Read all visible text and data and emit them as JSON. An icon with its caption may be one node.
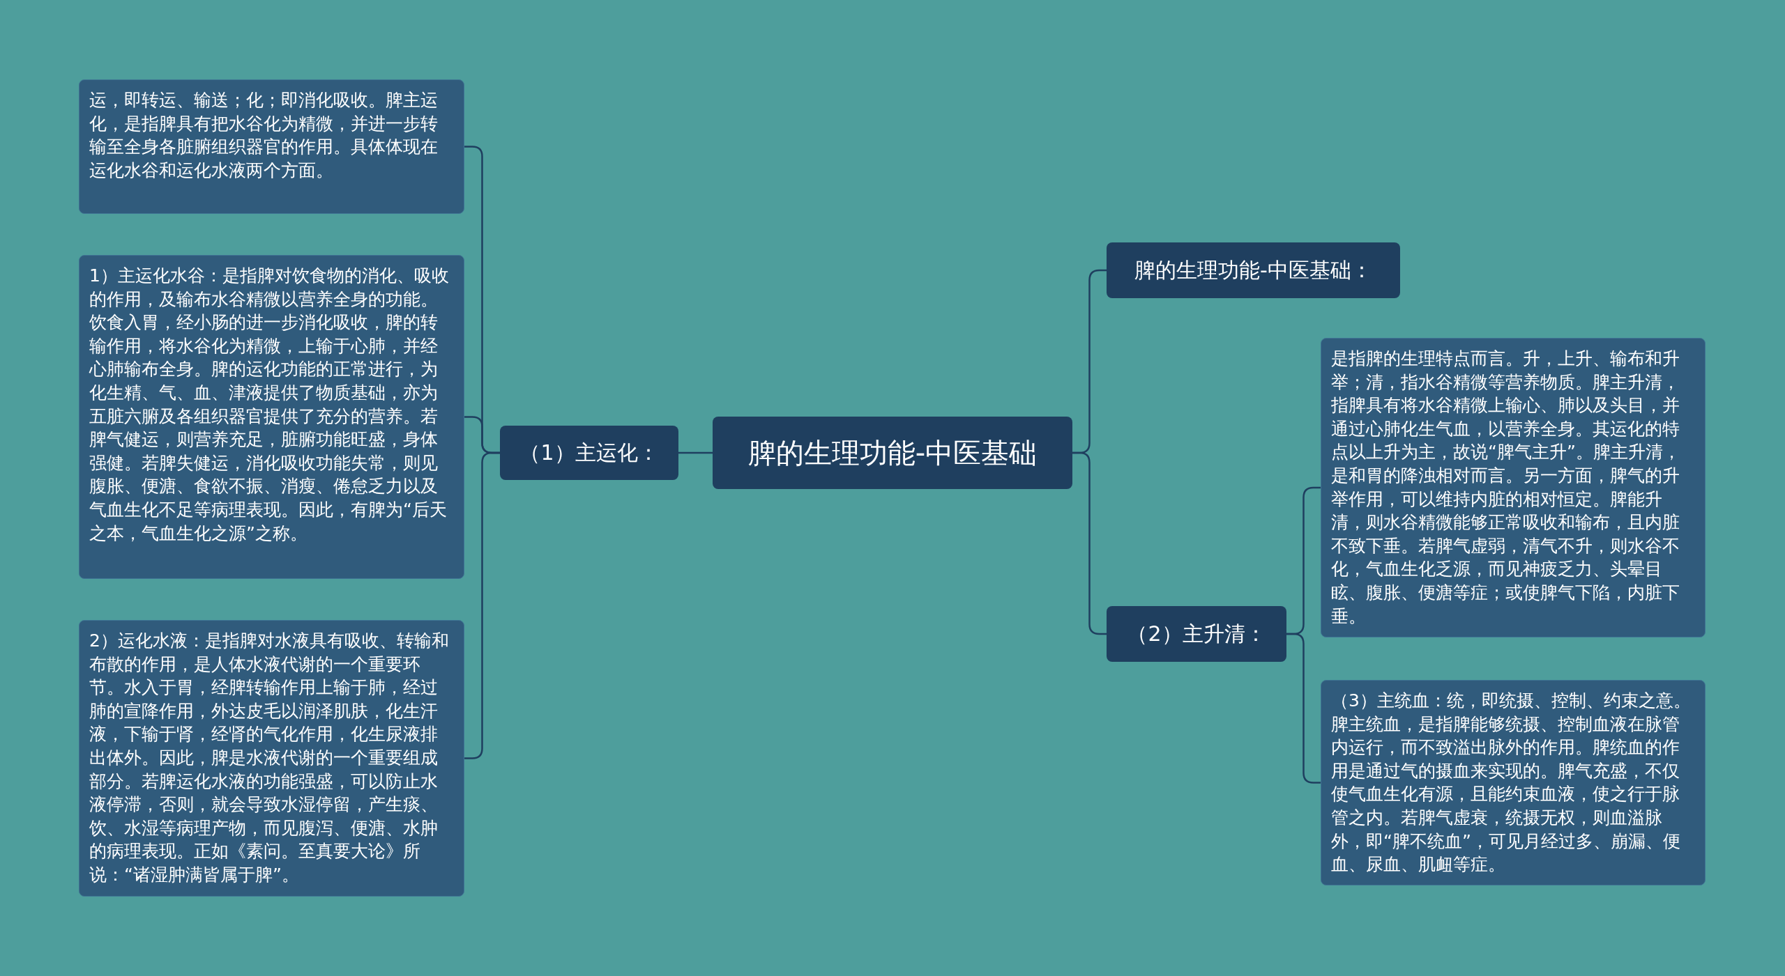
{
  "diagram": {
    "nodes": [
      {
        "text": [
          "脾的生理功能-中医基础"
        ]
      },
      {
        "text": [
          "（1）主运化："
        ]
      },
      {
        "text": [
          "运，即转运、输送；化；即消化吸收。脾主运化，是指脾具有把水谷化为精微，并进一步转输至全身各脏腑组织器官的作用。具体体现在运化水谷和运化水液两个方面。"
        ]
      },
      {
        "text": [
          "1）主运化水谷：是指脾对饮食物的消化、吸收的作用，及输布水谷精微以营养全身的功能。饮食入胃，经小肠的进一步消化吸收，脾的转输作用，将水谷化为精微，上输于心肺，并经心肺输布全身。脾的运化功能的正常进行，为化生精、气、血、津液提供了物质基础，亦为五脏六腑及各组织器官提供了充分的营养。若脾气健运，则营养充足，脏腑功能旺盛，身体强健。若脾失健运，消化吸收功能失常，则见腹胀、便溏、食欲不振、消瘦、倦怠乏力以及气血生化不足等病理表现。因此，有脾为“后天之本，气血生化之源”之称。"
        ]
      },
      {
        "text": [
          "2）运化水液：是指脾对水液具有吸收、转输和布散的作用，是人体水液代谢的一个重要环节。水入于胃，经脾转输作用上输于肺，经过肺的宣降作用，外达皮毛以润泽肌肤，化生汗液，下输于肾，经肾的气化作用，化生尿液排出体外。因此，脾是水液代谢的一个重要组成部分。若脾运化水液的功能强盛，可以防止水液停滞，否则，就会导致水湿停留，产生痰、饮、水湿等病理产物，而见腹泻、便溏、水肿的病理表现。正如《素问。至真要大论》所说：“诸湿肿满皆属于脾”。"
        ]
      },
      {
        "text": [
          "脾的生理功能-中医基础："
        ]
      },
      {
        "text": [
          "（2）主升清："
        ]
      },
      {
        "text": [
          "是指脾的生理特点而言。升，上升、输布和升举；清，指水谷精微等营养物质。脾主升清，指脾具有将水谷精微上输心、肺以及头目，并通过心肺化生气血，以营养全身。其运化的特点以上升为主，故说“脾气主升”。脾主升清，是和胃的降浊相对而言。另一方面，脾气的升举作用，可以维持内脏的相对恒定。脾能升清，则水谷精微能够正常吸收和输布，且内脏不致下垂。若脾气虚弱，清气不升，则水谷不化，气血生化乏源，而见神疲乏力、头晕目眩、腹胀、便溏等症；或使脾气下陷，内脏下垂。"
        ]
      },
      {
        "text": [
          "（3）主统血：统，即统摄、控制、约束之意。脾主统血，是指脾能够统摄、控制血液在脉管内运行，而不致溢出脉外的作用。脾统血的作用是通过气的摄血来实现的。脾气充盛，不仅使气血生化有源，且能约束血液，使之行于脉管之内。若脾气虚衰，统摄无权，则血溢脉外，即“脾不统血”，可见月经过多、崩漏、便血、尿血、肌衄等症。"
        ]
      }
    ],
    "edges": [
      {
        "from": 0,
        "to": 1,
        "arrow": "none"
      },
      {
        "from": 1,
        "to": 2,
        "arrow": "none"
      },
      {
        "from": 1,
        "to": 3,
        "arrow": "none"
      },
      {
        "from": 1,
        "to": 4,
        "arrow": "none"
      },
      {
        "from": 0,
        "to": 5,
        "arrow": "none"
      },
      {
        "from": 0,
        "to": 6,
        "arrow": "none"
      },
      {
        "from": 6,
        "to": 7,
        "arrow": "none"
      },
      {
        "from": 6,
        "to": 8,
        "arrow": "none"
      }
    ]
  }
}
